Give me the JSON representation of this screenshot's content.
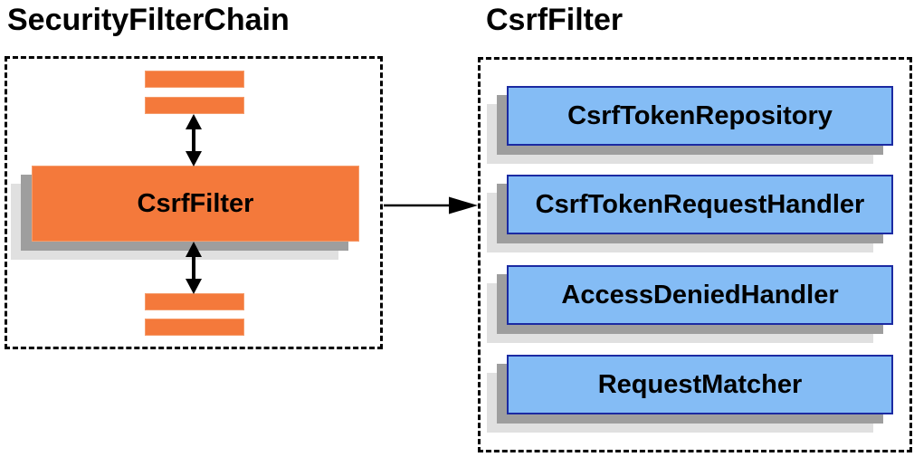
{
  "left_panel": {
    "title": "SecurityFilterChain",
    "filter_label": "CsrfFilter"
  },
  "right_panel": {
    "title": "CsrfFilter",
    "components": [
      "CsrfTokenRepository",
      "CsrfTokenRequestHandler",
      "AccessDeniedHandler",
      "RequestMatcher"
    ]
  },
  "icons": {
    "vertical_connector": "double-headed-arrow",
    "panel_link": "right-arrow"
  },
  "colors": {
    "orange": "#f4793b",
    "orange_border": "#f59c6b",
    "blue_fill": "#84bcf5",
    "blue_border": "#1b2aa2",
    "shadow_dark": "#9e9e9e",
    "shadow_light": "#e0e0e0",
    "ink": "#000000"
  }
}
